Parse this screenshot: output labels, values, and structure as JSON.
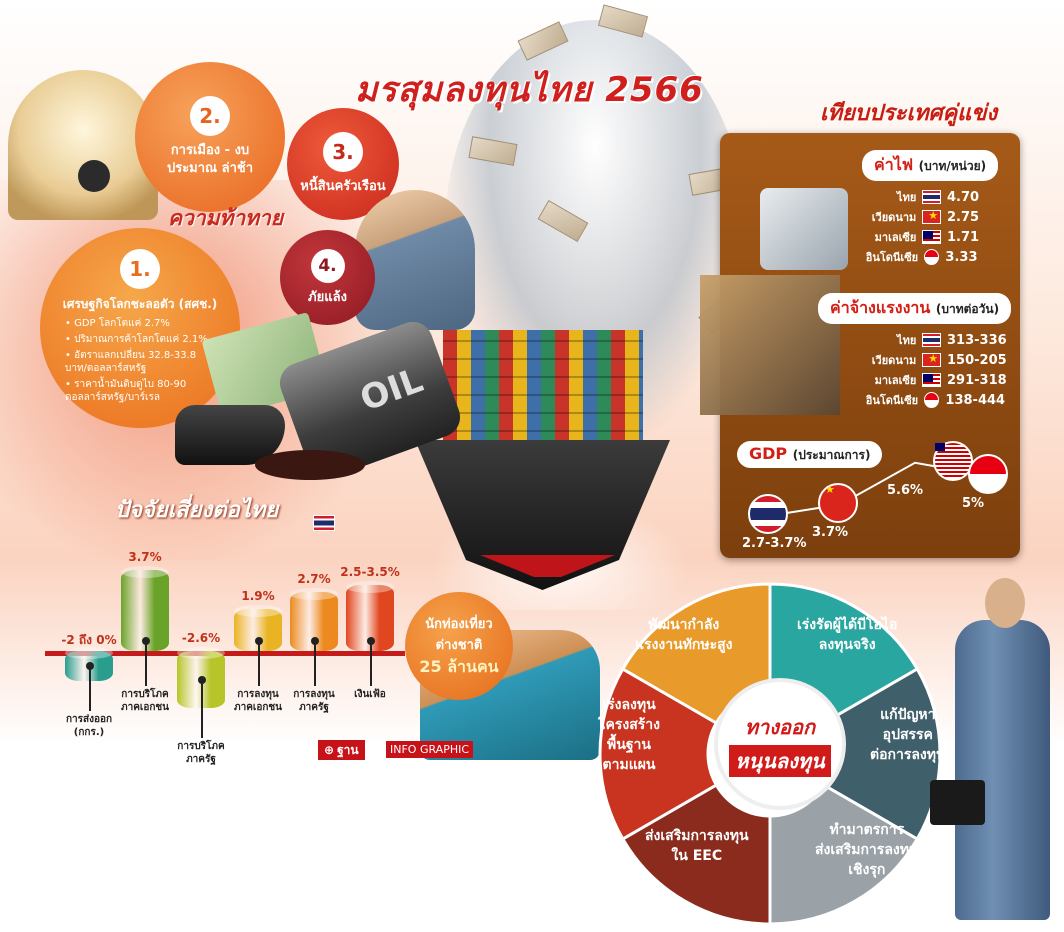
{
  "title": "มรสุมลงทุนไทย 2566",
  "compare_title": "เทียบประเทศคู่แข่ง",
  "challenges": {
    "word": "ความท้าทาย",
    "items": [
      {
        "num": "1.",
        "title": "เศรษฐกิจโลกชะลอตัว (สศช.)",
        "points": [
          "GDP โลกโตแค่ 2.7%",
          "ปริมาณการค้าโลกโตแค่ 2.1%",
          "อัตราแลกเปลี่ยน 32.8-33.8 บาท/ดอลลาร์สหรัฐ",
          "ราคาน้ำมันดิบดูไบ 80-90 ดอลลาร์สหรัฐ/บาร์เรล"
        ]
      },
      {
        "num": "2.",
        "title": "การเมือง - งบประมาณ ล่าช้า"
      },
      {
        "num": "3.",
        "title": "หนี้สินครัวเรือน"
      },
      {
        "num": "4.",
        "title": "ภัยแล้ง"
      }
    ]
  },
  "oil_barrel_text": "OIL",
  "electricity": {
    "title": "ค่าไฟ",
    "unit": "(บาท/หน่วย)",
    "rows": [
      {
        "country": "ไทย",
        "flag": "flag-th",
        "value": "4.70"
      },
      {
        "country": "เวียดนาม",
        "flag": "flag-vn",
        "value": "2.75"
      },
      {
        "country": "มาเลเซีย",
        "flag": "flag-my",
        "value": "1.71"
      },
      {
        "country": "อินโดนีเซีย",
        "flag": "flag-id",
        "value": "3.33"
      }
    ]
  },
  "wages": {
    "title": "ค่าจ้างแรงงาน",
    "unit": "(บาทต่อวัน)",
    "rows": [
      {
        "country": "ไทย",
        "flag": "flag-th",
        "value": "313-336"
      },
      {
        "country": "เวียดนาม",
        "flag": "flag-vn",
        "value": "150-205"
      },
      {
        "country": "มาเลเซีย",
        "flag": "flag-my",
        "value": "291-318"
      },
      {
        "country": "อินโดนีเซีย",
        "flag": "flag-id",
        "value": "138-444"
      }
    ]
  },
  "gdp": {
    "title": "GDP",
    "unit": "(ประมาณการ)",
    "points": [
      {
        "country": "ไทย",
        "flag": "flag-th",
        "label": "2.7-3.7%",
        "value": 3.2
      },
      {
        "country": "เวียดนาม",
        "flag": "flag-vn",
        "label": "3.7%",
        "value": 3.7
      },
      {
        "country": "มาเลเซีย",
        "flag": "flag-my",
        "label": "5.6%",
        "value": 5.6
      },
      {
        "country": "อินโดนีเซีย",
        "flag": "flag-id",
        "label": "5%",
        "value": 5.0
      }
    ]
  },
  "risk": {
    "title": "ปัจจัยเสี่ยงต่อไทย"
  },
  "chart_data": {
    "type": "bar",
    "title": "ปัจจัยเสี่ยงต่อไทย",
    "categories": [
      "การส่งออก (กกร.)",
      "การบริโภค ภาคเอกชน",
      "การบริโภค ภาครัฐ",
      "การลงทุน ภาคเอกชน",
      "การลงทุน ภาครัฐ",
      "เงินเฟ้อ"
    ],
    "value_labels": [
      "-2 ถึง 0%",
      "3.7%",
      "-2.6%",
      "1.9%",
      "2.7%",
      "2.5-3.5%"
    ],
    "values": [
      -1.0,
      3.7,
      -2.6,
      1.9,
      2.7,
      3.0
    ],
    "colors": [
      "#2a9d8f",
      "#6aa329",
      "#b7c52a",
      "#e9b423",
      "#ec8a1f",
      "#e0461f"
    ]
  },
  "tourists": {
    "line1": "นักท่องเที่ยว",
    "line2": "ต่างชาติ",
    "line3": "25 ล้านคน"
  },
  "logo": {
    "name": "ฐาน",
    "sub": "INFO GRAPHIC"
  },
  "solutions": {
    "center1": "ทางออก",
    "center2": "หนุนลงทุน",
    "items": [
      {
        "text1": "เร่งรัดผู้ได้บีโอไอ",
        "text2": "ลงทุนจริง",
        "color": "#2aa6a0"
      },
      {
        "text1": "แก้ปัญหา",
        "text2": "อุปสรรค",
        "text3": "ต่อการลงทุน",
        "color": "#3f5f6a"
      },
      {
        "text1": "ทำมาตรการ",
        "text2": "ส่งเสริมการลงทุน",
        "text3": "เชิงรุก",
        "color": "#9aa2a8"
      },
      {
        "text1": "ส่งเสริมการลงทุน",
        "text2": "ใน EEC",
        "color": "#8a2b1d"
      },
      {
        "text1": "เร่งลงทุน",
        "text2": "โครงสร้าง",
        "text3": "พื้นฐาน",
        "text4": "ตามแผน",
        "color": "#c8341f"
      },
      {
        "text1": "พัฒนากำลัง",
        "text2": "แรงงานทักษะสูง",
        "color": "#e89a2a"
      }
    ]
  }
}
